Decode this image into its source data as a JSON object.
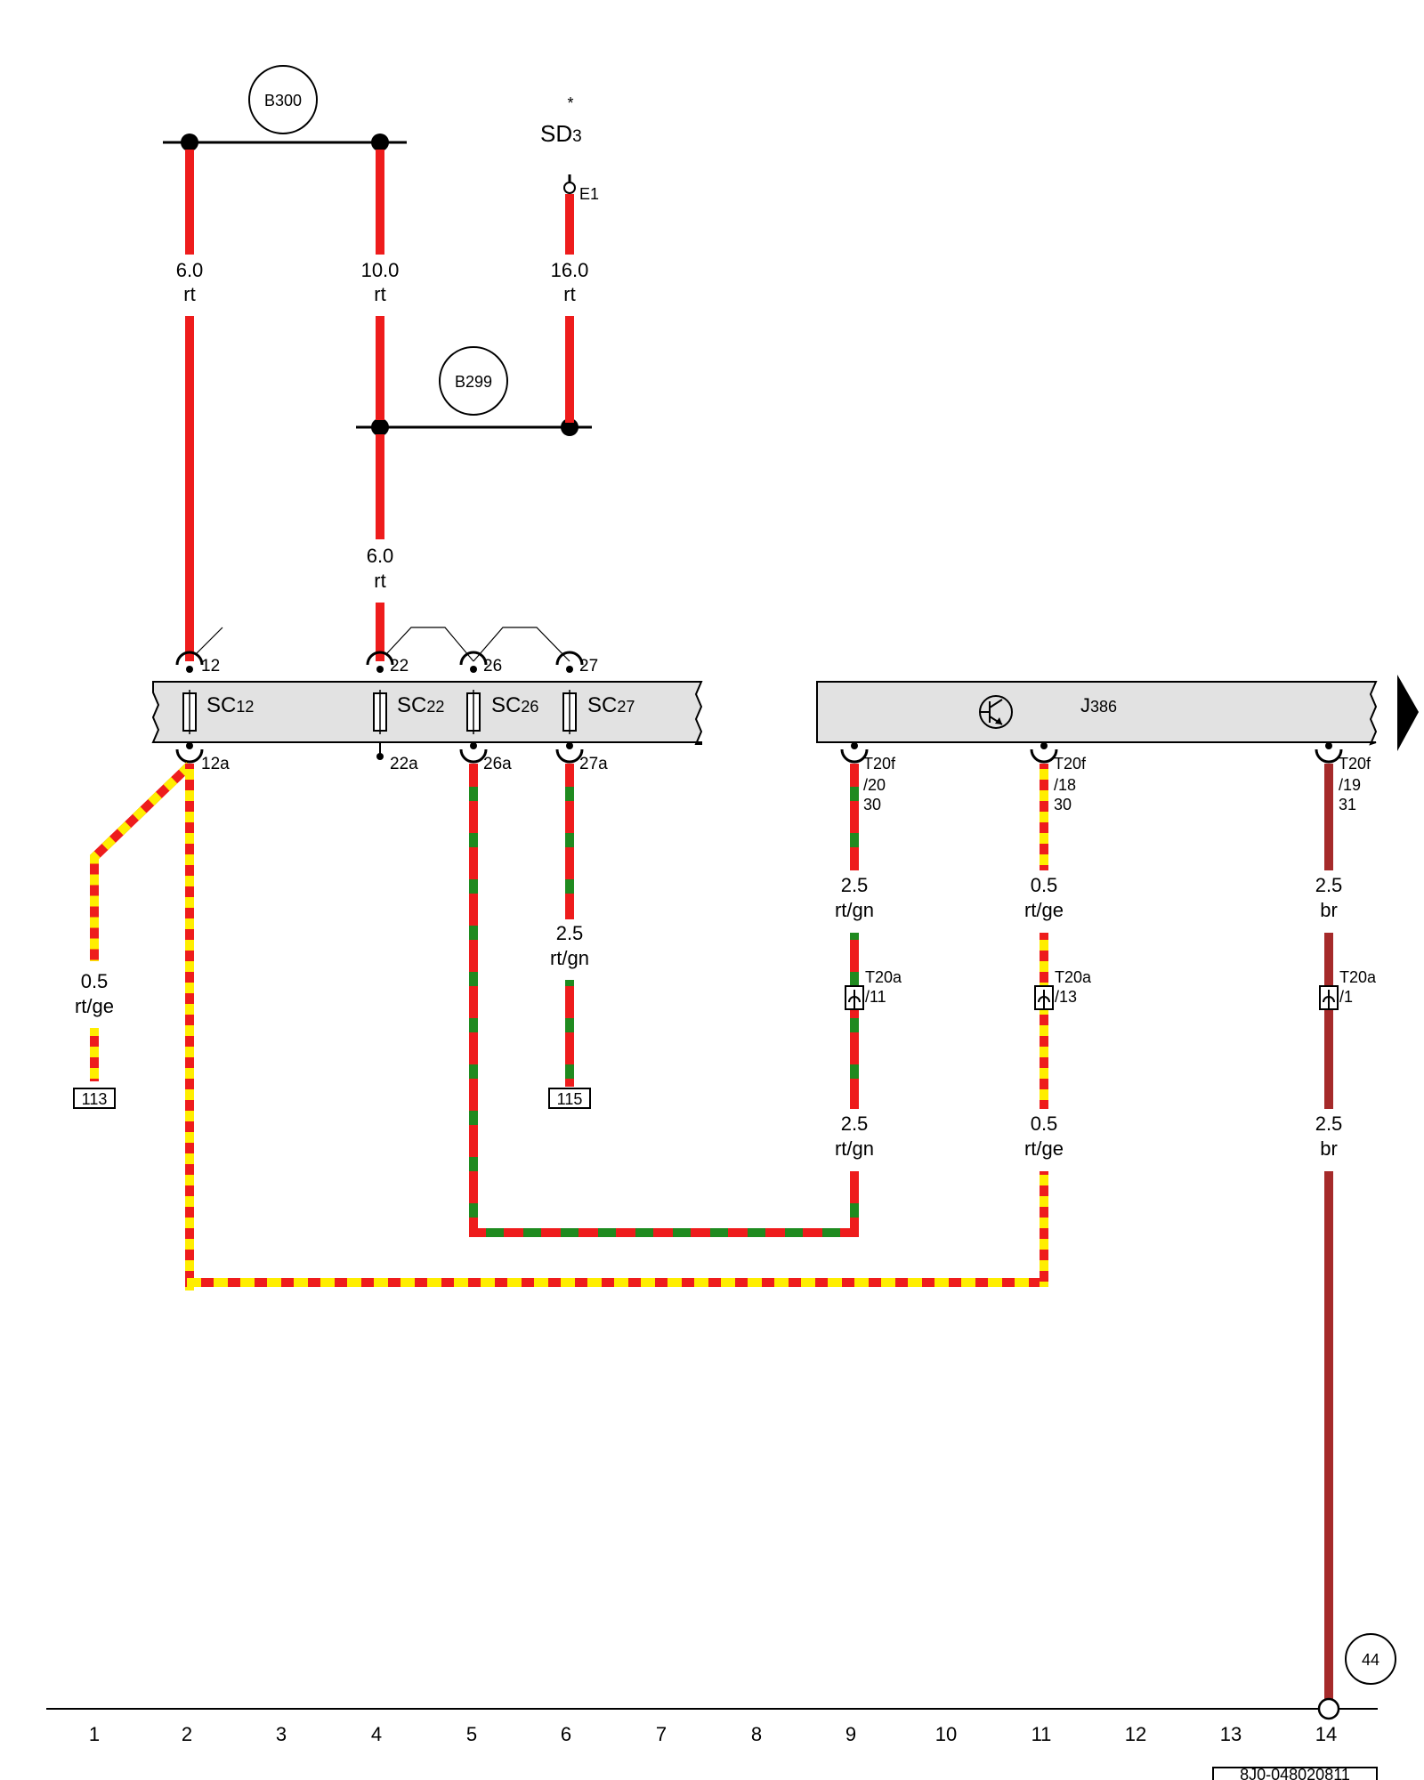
{
  "components": {
    "b300": "B300",
    "b299": "B299",
    "sd3": {
      "main": "SD",
      "sub": "3",
      "star": "*"
    },
    "e1": "E1",
    "fuse_holder": [
      {
        "name": "SC",
        "num": "12",
        "pin_in": "12",
        "pin_out": "12a"
      },
      {
        "name": "SC",
        "num": "22",
        "pin_in": "22",
        "pin_out": "22a"
      },
      {
        "name": "SC",
        "num": "26",
        "pin_in": "26",
        "pin_out": "26a"
      },
      {
        "name": "SC",
        "num": "27",
        "pin_in": "27",
        "pin_out": "27a"
      }
    ],
    "j386": {
      "main": "J",
      "sub": "386"
    },
    "ground_ref": "44",
    "doc_code": "8J0-048020811"
  },
  "wires": {
    "w_sc12_in": {
      "size": "6.0",
      "color": "rt"
    },
    "w_sc22_top": {
      "size": "10.0",
      "color": "rt"
    },
    "w_sd3": {
      "size": "16.0",
      "color": "rt"
    },
    "w_sc22_in": {
      "size": "6.0",
      "color": "rt"
    },
    "w_113": {
      "size": "0.5",
      "color": "rt/ge"
    },
    "w_115": {
      "size": "2.5",
      "color": "rt/gn"
    },
    "w_t20f20_a": {
      "size": "2.5",
      "color": "rt/gn"
    },
    "w_t20f20_b": {
      "size": "2.5",
      "color": "rt/gn"
    },
    "w_t20f18_a": {
      "size": "0.5",
      "color": "rt/ge"
    },
    "w_t20f18_b": {
      "size": "0.5",
      "color": "rt/ge"
    },
    "w_t20f19_a": {
      "size": "2.5",
      "color": "br"
    },
    "w_t20f19_b": {
      "size": "2.5",
      "color": "br"
    }
  },
  "connectors": {
    "t20f_20": {
      "name": "T20f",
      "pin": "/20",
      "term": "30"
    },
    "t20f_18": {
      "name": "T20f",
      "pin": "/18",
      "term": "30"
    },
    "t20f_19": {
      "name": "T20f",
      "pin": "/19",
      "term": "31"
    },
    "t20a_11": {
      "name": "T20a",
      "pin": "/11"
    },
    "t20a_13": {
      "name": "T20a",
      "pin": "/13"
    },
    "t20a_1": {
      "name": "T20a",
      "pin": "/1"
    }
  },
  "refs": {
    "r113": "113",
    "r115": "115"
  },
  "ruler": [
    "1",
    "2",
    "3",
    "4",
    "5",
    "6",
    "7",
    "8",
    "9",
    "10",
    "11",
    "12",
    "13",
    "14"
  ],
  "colors": {
    "rt": "#ee1c1c",
    "ge": "#ffee00",
    "gn": "#1f8a1f",
    "br": "#a52a2a",
    "housing": "#e2e2e2"
  }
}
